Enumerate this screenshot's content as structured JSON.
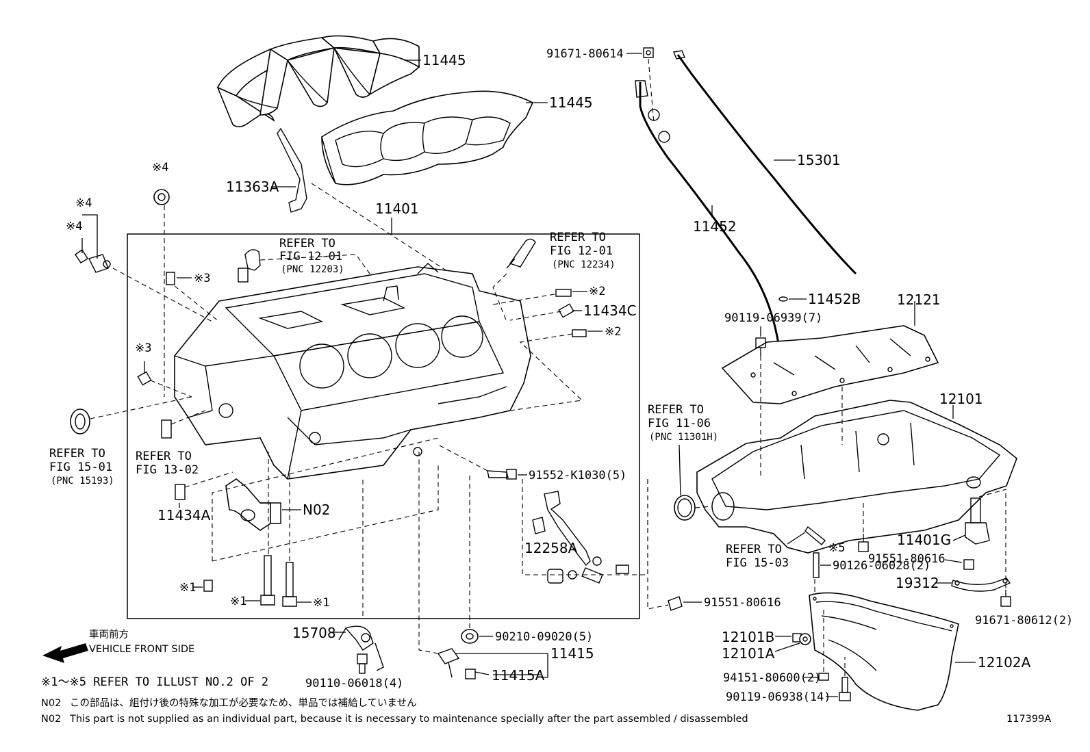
{
  "parts": {
    "p11445a": "11445",
    "p11445b": "11445",
    "p11363a": "11363A",
    "p11401": "11401",
    "p91671_80614": "91671-80614",
    "p15301": "15301",
    "p11452": "11452",
    "p11452b": "11452B",
    "p12121": "12121",
    "p90119_06939": "90119-06939(7)",
    "p12101": "12101",
    "p11434c": "11434C",
    "p11434a": "11434A",
    "pN02": "N02",
    "p91552_k1030": "91552-K1030(5)",
    "p12258a": "12258A",
    "p11401g": "11401G",
    "p91551_80616a": "91551-80616",
    "p90126_06028": "90126-06028(2)",
    "p19312": "19312",
    "p91671_80612": "91671-80612(2)",
    "p91551_80616b": "91551-80616",
    "p15708": "15708",
    "p90110_06018": "90110-06018(4)",
    "p90210_09020": "90210-09020(5)",
    "p11415": "11415",
    "p11415a": "11415A",
    "p12101b": "12101B",
    "p12101a": "12101A",
    "p94151_80600": "94151-80600(2)",
    "p90119_06938": "90119-06938(14)",
    "p12102a": "12102A"
  },
  "marks": {
    "m4_top": "※4",
    "m4_a": "※4",
    "m4_b": "※4",
    "m3_a": "※3",
    "m3_b": "※3",
    "m2_a": "※2",
    "m2_b": "※2",
    "m1_a": "※1",
    "m1_b": "※1",
    "m1_c": "※1",
    "m5": "※5"
  },
  "refs": {
    "r1201_a_l1": "REFER TO",
    "r1201_a_l2": "FIG 12-01",
    "r1201_a_l3": "(PNC 12203)",
    "r1201_b_l1": "REFER TO",
    "r1201_b_l2": "FIG 12-01",
    "r1201_b_l3": "(PNC 12234)",
    "r1501_l1": "REFER TO",
    "r1501_l2": "FIG 15-01",
    "r1501_l3": "(PNC 15193)",
    "r1302_l1": "REFER TO",
    "r1302_l2": "FIG 13-02",
    "r1106_l1": "REFER TO",
    "r1106_l2": "FIG 11-06",
    "r1106_l3": "(PNC 11301H)",
    "r1503_l1": "REFER TO",
    "r1503_l2": "FIG 15-03"
  },
  "direction": {
    "jp": "車両前方",
    "en": "VEHICLE FRONT SIDE"
  },
  "notes": {
    "illust": "※1～※5 REFER TO ILLUST NO.2 OF 2",
    "n02_jp_code": "N02",
    "n02_jp_text": "この部品は、組付け後の特殊な加工が必要なため、単品では補給していません",
    "n02_en_code": "N02",
    "n02_en_text": "This part is not supplied as an individual part, because it is necessary to maintenance specially after the part assembled / disassembled"
  },
  "illustration_id": "117399A"
}
